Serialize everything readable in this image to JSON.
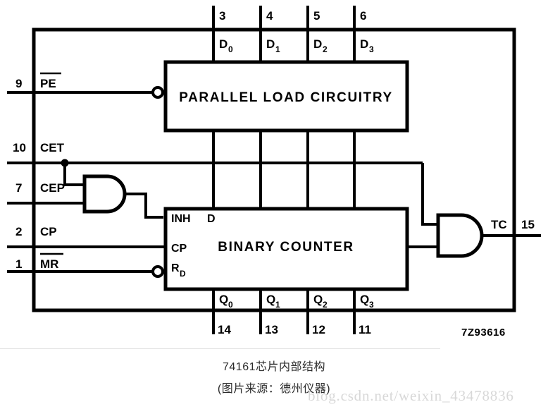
{
  "figure": {
    "part_code": "7Z93616",
    "blocks": {
      "parallel_load": "PARALLEL LOAD CIRCUITRY",
      "binary_counter": "BINARY COUNTER"
    },
    "counter_pin_labels": {
      "inhibit": "INH",
      "data": "D",
      "clock": "CP",
      "reset": "R",
      "reset_sub": "D"
    },
    "data_inputs": [
      {
        "pin": "3",
        "label": "D",
        "sub": "0"
      },
      {
        "pin": "4",
        "label": "D",
        "sub": "1"
      },
      {
        "pin": "5",
        "label": "D",
        "sub": "2"
      },
      {
        "pin": "6",
        "label": "D",
        "sub": "3"
      }
    ],
    "data_outputs": [
      {
        "pin": "14",
        "label": "Q",
        "sub": "0"
      },
      {
        "pin": "13",
        "label": "Q",
        "sub": "1"
      },
      {
        "pin": "12",
        "label": "Q",
        "sub": "2"
      },
      {
        "pin": "11",
        "label": "Q",
        "sub": "3"
      }
    ],
    "left_inputs": [
      {
        "pin": "9",
        "label": "PE",
        "overbar": true
      },
      {
        "pin": "10",
        "label": "CET",
        "overbar": false
      },
      {
        "pin": "7",
        "label": "CEP",
        "overbar": false
      },
      {
        "pin": "2",
        "label": "CP",
        "overbar": false
      },
      {
        "pin": "1",
        "label": "MR",
        "overbar": true
      }
    ],
    "right_output": {
      "pin": "15",
      "label": "TC"
    }
  },
  "caption": {
    "line1": "74161芯片内部结构",
    "line2": "(图片来源：德州仪器)"
  },
  "watermark": {
    "text": "blog.csdn.net/weixin_43478836"
  },
  "colors": {
    "ink": "#000000",
    "caption": "#2b2b2b",
    "watermark": "#d8d8d8",
    "separator": "#dedede",
    "background": "#ffffff"
  }
}
